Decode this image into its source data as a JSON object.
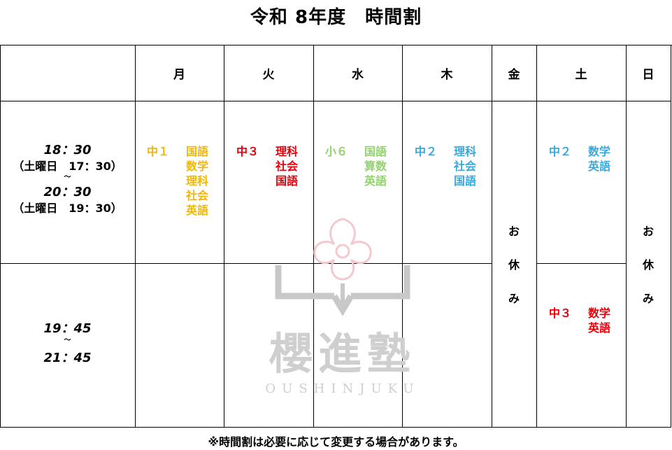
{
  "title": "令和 8年度　時間割",
  "days": [
    "月",
    "火",
    "水",
    "木",
    "金",
    "土",
    "日"
  ],
  "time_slots": {
    "slot1": {
      "start": "18：30",
      "start_saturday": "（土曜日　17：30）",
      "tilde": "～",
      "end": "20：30",
      "end_saturday": "（土曜日　19：30）"
    },
    "slot2": {
      "start": "19：45",
      "tilde": "～",
      "end": "21：45"
    }
  },
  "classes": {
    "mon": {
      "grade": "中１",
      "subjects": [
        "国語",
        "数学",
        "理科",
        "社会",
        "英語"
      ],
      "color": "#f2b705"
    },
    "tue": {
      "grade": "中３",
      "subjects": [
        "理科",
        "社会",
        "国語"
      ],
      "color": "#e8000b"
    },
    "wed": {
      "grade": "小６",
      "subjects": [
        "国語",
        "算数",
        "英語"
      ],
      "color": "#92d26f"
    },
    "thu": {
      "grade": "中２",
      "subjects": [
        "理科",
        "社会",
        "国語"
      ],
      "color": "#39a9dc"
    },
    "sat1": {
      "grade": "中２",
      "subjects": [
        "数学",
        "英語"
      ],
      "color": "#39a9dc"
    },
    "sat2": {
      "grade": "中３",
      "subjects": [
        "数学",
        "英語"
      ],
      "color": "#e8000b"
    }
  },
  "closed": {
    "fri": [
      "お",
      "休",
      "み"
    ],
    "sun": [
      "お",
      "休",
      "み"
    ]
  },
  "watermark": {
    "name": "櫻進塾",
    "romaji": "OUSHINJUKU"
  },
  "footer": "※時間割は必要に応じて変更する場合があります。"
}
